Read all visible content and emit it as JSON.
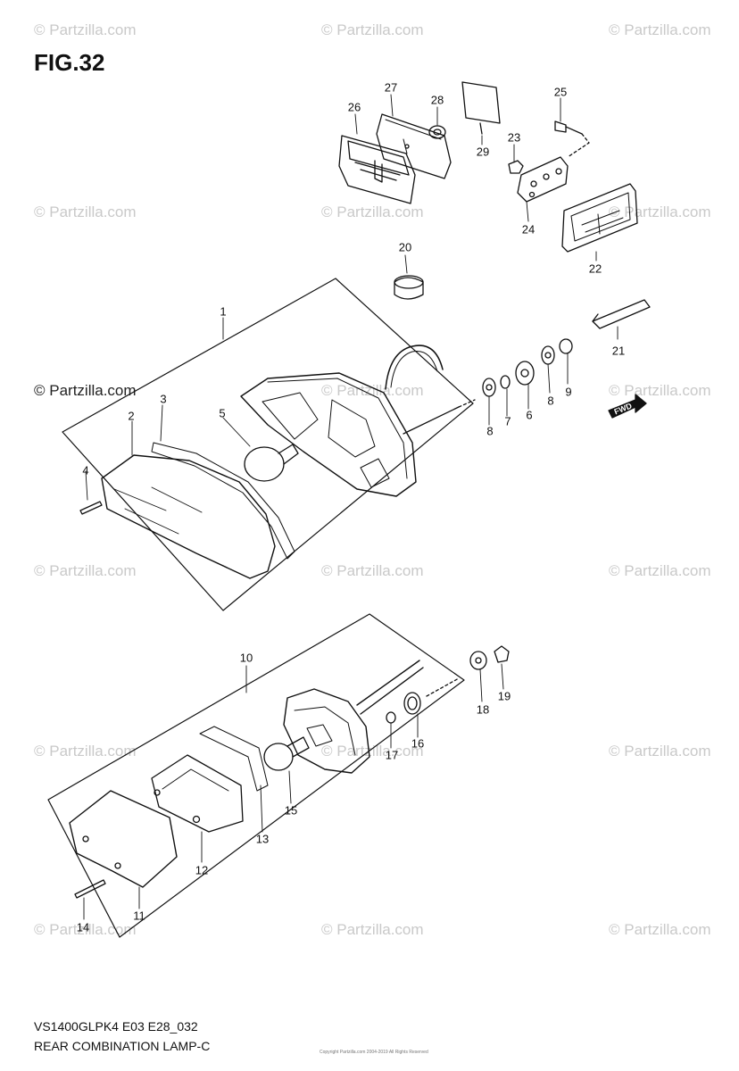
{
  "figure": {
    "title": "FIG.32"
  },
  "watermarks": {
    "text": "© Partzilla.com",
    "corner_text": "© Partzilla.com"
  },
  "callouts": [
    "1",
    "2",
    "3",
    "4",
    "5",
    "6",
    "7",
    "8",
    "8",
    "9",
    "10",
    "11",
    "12",
    "13",
    "14",
    "15",
    "16",
    "17",
    "18",
    "19",
    "20",
    "21",
    "22",
    "23",
    "24",
    "25",
    "26",
    "27",
    "28",
    "29"
  ],
  "fwd_label": "FWD",
  "caption": {
    "model": "VS1400GLPK4 E03 E28_032",
    "name": "REAR COMBINATION LAMP-C"
  },
  "fine_print": "Copyright Partzilla.com 2004-2019 All Rights Reserved"
}
